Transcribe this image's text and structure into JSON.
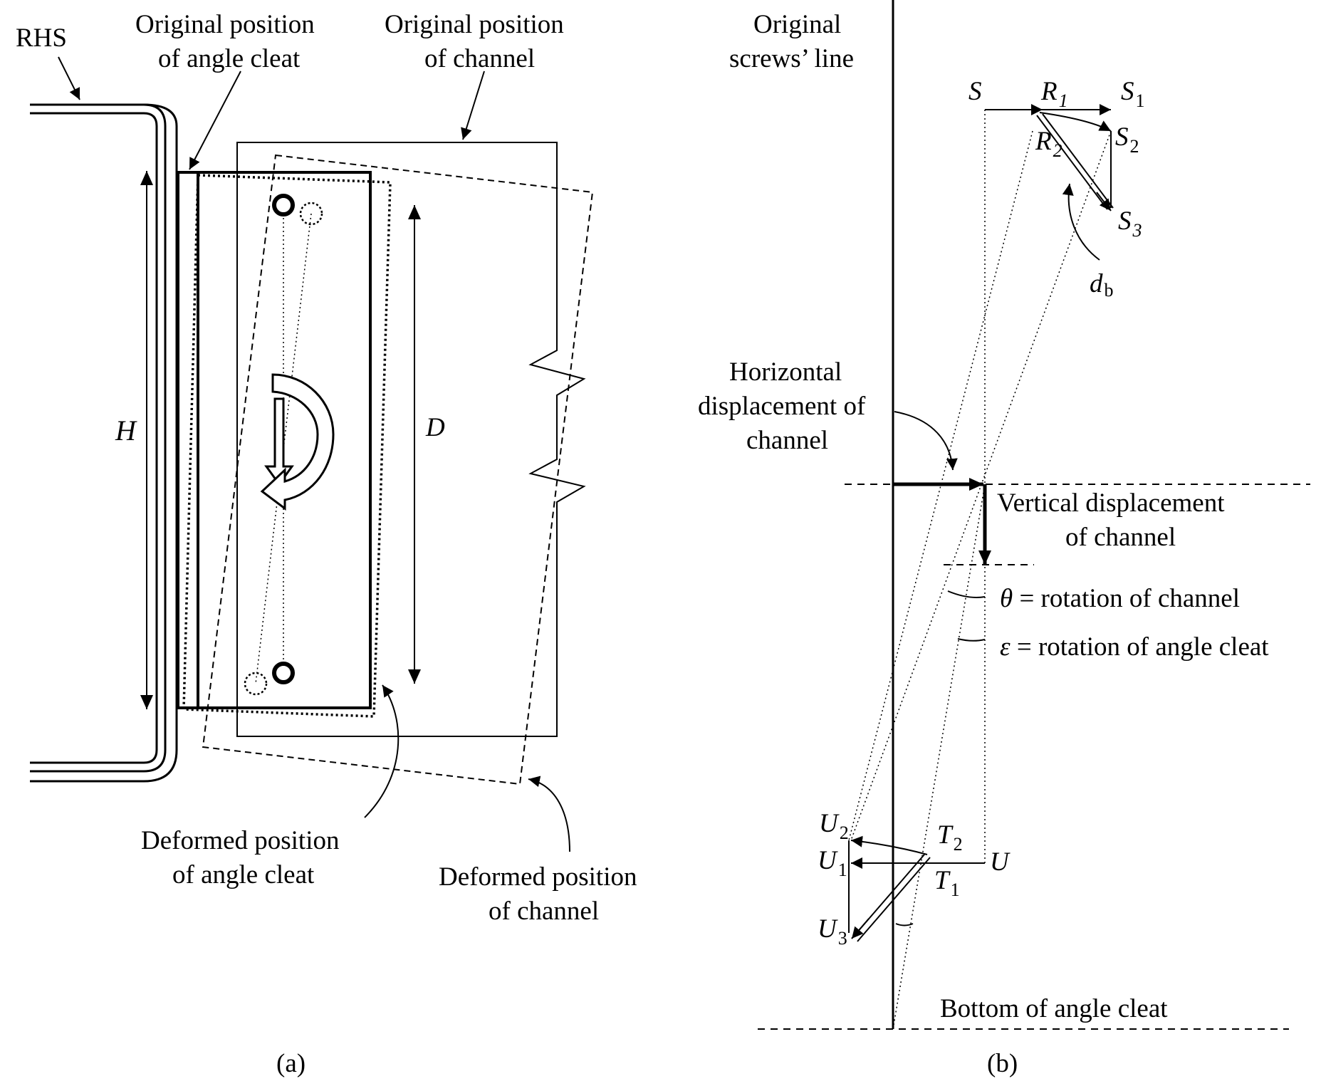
{
  "panel_a": {
    "label_rhs": "RHS",
    "label_orig_cleat_1": "Original position",
    "label_orig_cleat_2": "of angle cleat",
    "label_orig_channel_1": "Original position",
    "label_orig_channel_2": "of channel",
    "label_h": "H",
    "label_d": "D",
    "label_def_cleat_1": "Deformed position",
    "label_def_cleat_2": "of angle cleat",
    "label_def_channel_1": "Deformed position",
    "label_def_channel_2": "of channel",
    "caption": "(a)"
  },
  "panel_b": {
    "label_screws_1": "Original",
    "label_screws_2": "screws’ line",
    "s": "S",
    "r1": "R",
    "r1_sub": "1",
    "s1": "S",
    "s1_sub": "1",
    "r2": "R",
    "r2_sub": "2",
    "s2": "S",
    "s2_sub": "2",
    "s3": "S",
    "s3_sub": "3",
    "db": "d",
    "db_sub": "b",
    "label_hdisp_1": "Horizontal",
    "label_hdisp_2": "displacement of",
    "label_hdisp_3": "channel",
    "label_vdisp_1": "Vertical displacement",
    "label_vdisp_2": "of channel",
    "theta_sym": "θ",
    "theta_text": " = rotation of channel",
    "eps_sym": "ε",
    "eps_text": " = rotation of angle cleat",
    "u2": "U",
    "u2_sub": "2",
    "t2": "T",
    "t2_sub": "2",
    "u1": "U",
    "u1_sub": "1",
    "u": "U",
    "t1": "T",
    "t1_sub": "1",
    "u3": "U",
    "u3_sub": "3",
    "label_bottom": "Bottom of angle cleat",
    "caption": "(b)"
  }
}
